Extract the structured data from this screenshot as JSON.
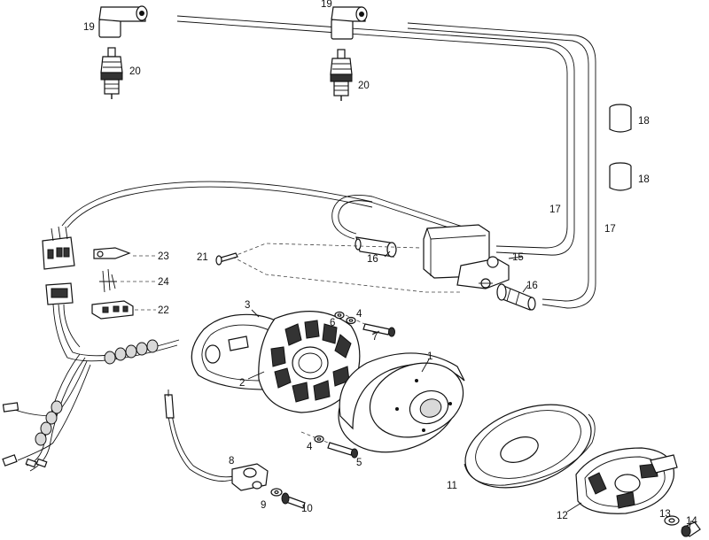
{
  "callouts": {
    "c1": "1",
    "c2": "2",
    "c3": "3",
    "c4a": "4",
    "c4b": "4",
    "c5": "5",
    "c6": "6",
    "c7": "7",
    "c8": "8",
    "c9": "9",
    "c10": "10",
    "c11": "11",
    "c12": "12",
    "c13": "13",
    "c14": "14",
    "c15": "15",
    "c16a": "16",
    "c16b": "16",
    "c17a": "17",
    "c17b": "17",
    "c18a": "18",
    "c18b": "18",
    "c19a": "19",
    "c19b": "19",
    "c20a": "20",
    "c20b": "20",
    "c21": "21",
    "c22": "22",
    "c23": "23",
    "c24": "24"
  }
}
